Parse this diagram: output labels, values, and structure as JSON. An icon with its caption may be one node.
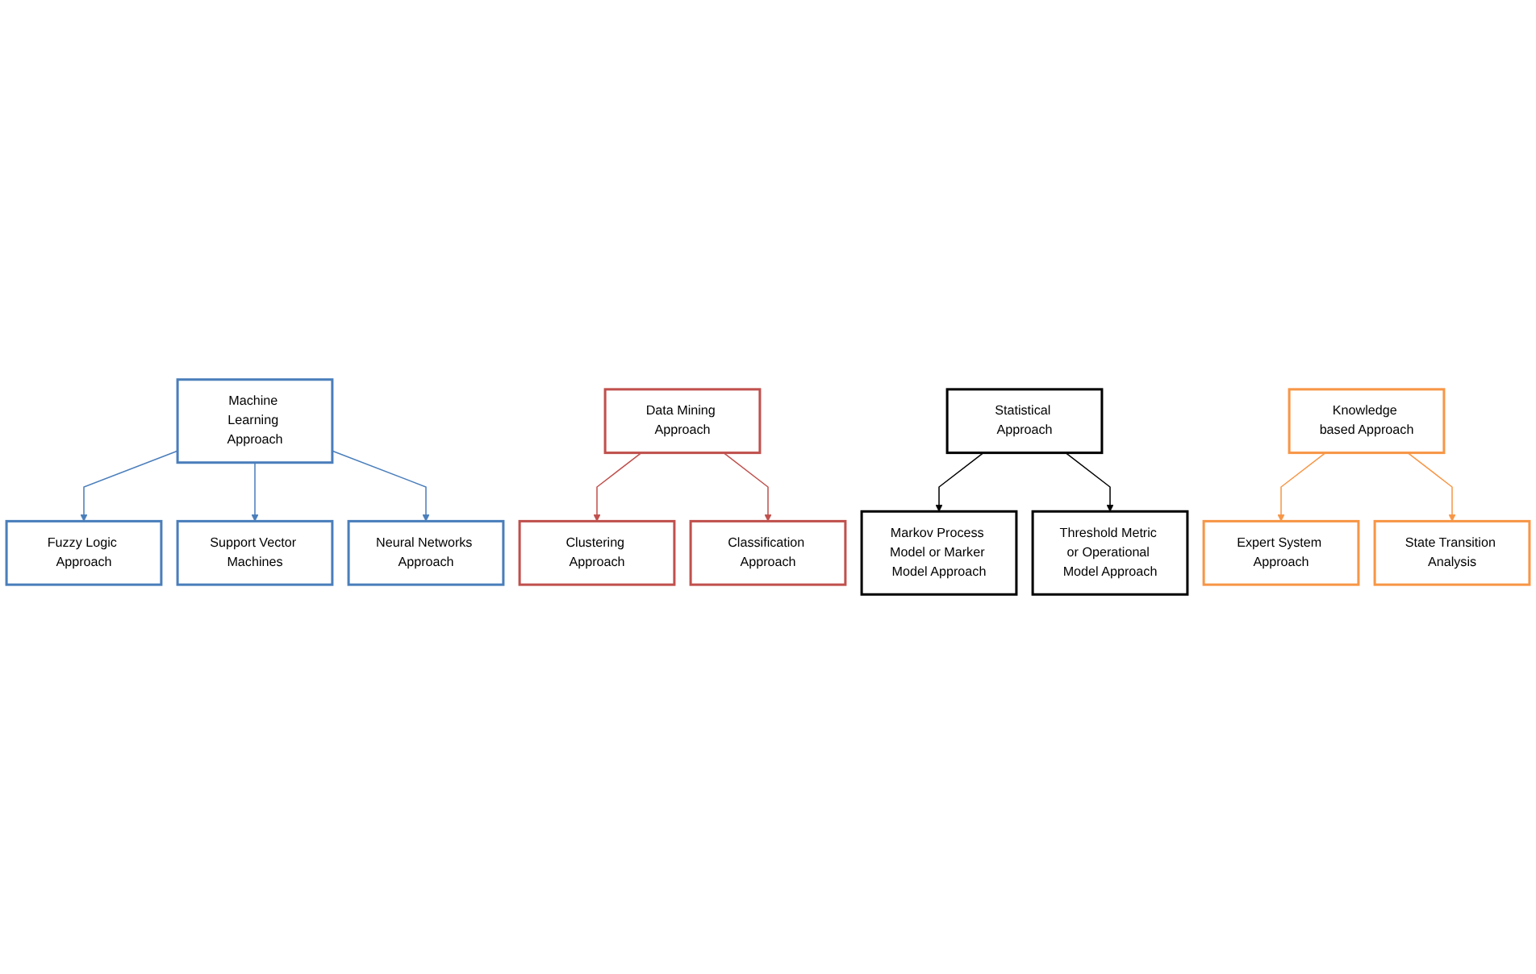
{
  "diagram": {
    "nodes": [
      {
        "text": [
          "Machine Learning Approach"
        ]
      },
      {
        "text": [
          "Fuzzy Logic Approach"
        ]
      },
      {
        "text": [
          "Support Vector Machines"
        ]
      },
      {
        "text": [
          "Neural Networks Approach"
        ]
      },
      {
        "text": [
          "Data Mining Approach"
        ]
      },
      {
        "text": [
          "Clustering Approach"
        ]
      },
      {
        "text": [
          "Classification Approach"
        ]
      },
      {
        "text": [
          "Statistical Approach"
        ]
      },
      {
        "text": [
          "Markov Process Model or Marker Model Approach"
        ]
      },
      {
        "text": [
          "Threshold Metric or Operational Model Approach"
        ]
      },
      {
        "text": [
          "Knowledge based Approach"
        ]
      },
      {
        "text": [
          "Expert System Approach"
        ]
      },
      {
        "text": [
          "State Transition Analysis"
        ]
      }
    ],
    "edges": [
      {
        "from": 0,
        "to": 1,
        "arrow": "to",
        "color": "#4a7ebb"
      },
      {
        "from": 0,
        "to": 2,
        "arrow": "to",
        "color": "#4a7ebb"
      },
      {
        "from": 0,
        "to": 3,
        "arrow": "to",
        "color": "#4a7ebb"
      },
      {
        "from": 4,
        "to": 5,
        "arrow": "to",
        "color": "#c0504d"
      },
      {
        "from": 4,
        "to": 6,
        "arrow": "to",
        "color": "#c0504d"
      },
      {
        "from": 7,
        "to": 8,
        "arrow": "to",
        "color": "#000000"
      },
      {
        "from": 7,
        "to": 9,
        "arrow": "to",
        "color": "#000000"
      },
      {
        "from": 10,
        "to": 11,
        "arrow": "to",
        "color": "#f79646"
      },
      {
        "from": 10,
        "to": 12,
        "arrow": "to",
        "color": "#f79646"
      }
    ]
  }
}
